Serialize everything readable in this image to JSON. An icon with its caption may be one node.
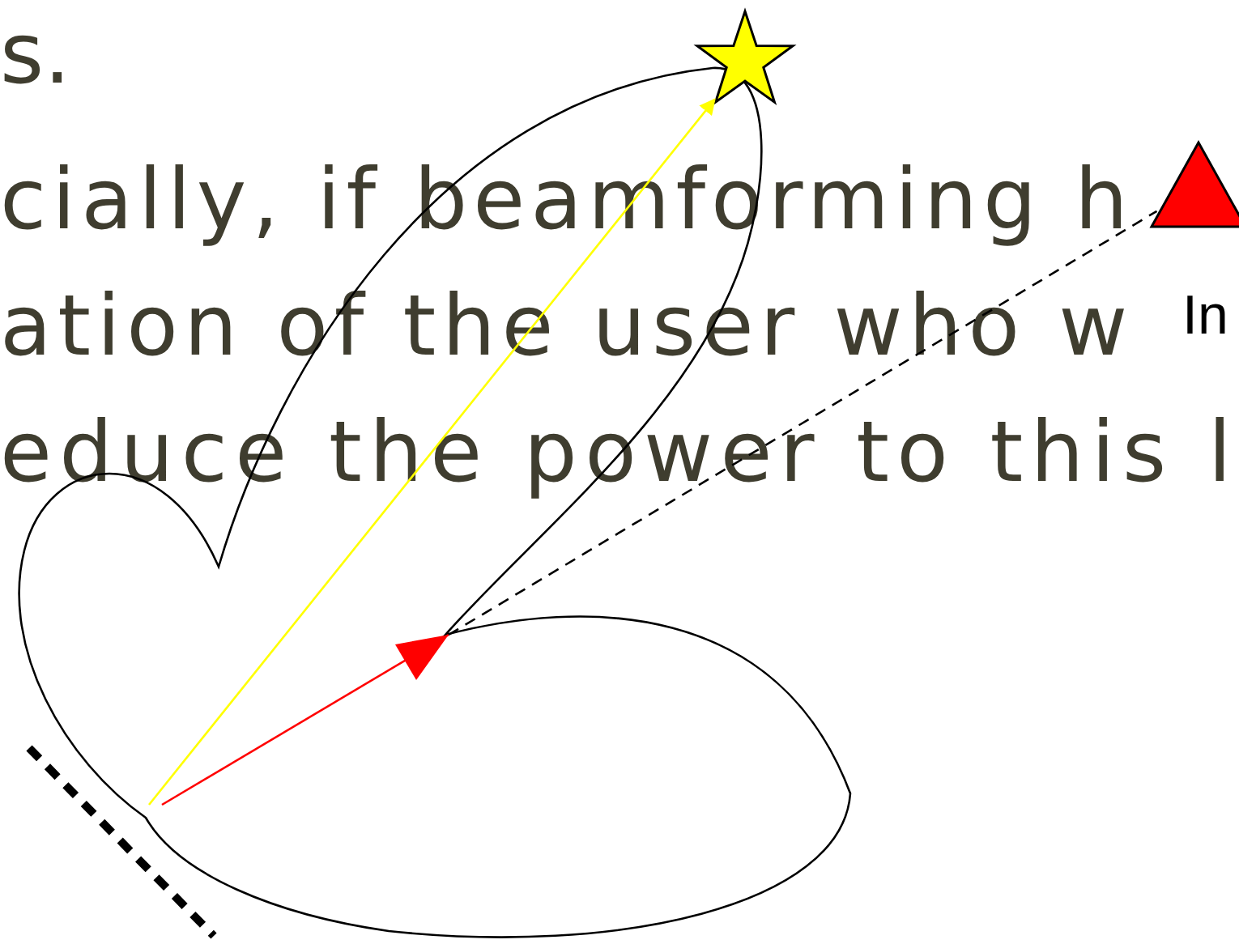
{
  "diagram": {
    "nodes": [
      {
        "text": [],
        "shape": "star"
      },
      {
        "text": [],
        "shape": "triangle"
      }
    ],
    "edges": [
      {
        "from": null,
        "to": 0,
        "arrow": "to",
        "color": "#ffff00"
      },
      {
        "from": null,
        "to": 1,
        "arrow": "none",
        "style": "dashed",
        "color": "#000000"
      }
    ],
    "labels": [
      "s.",
      "cially, if beamforming h",
      "ation of the user who w",
      "educe the power to this l",
      "In"
    ]
  }
}
